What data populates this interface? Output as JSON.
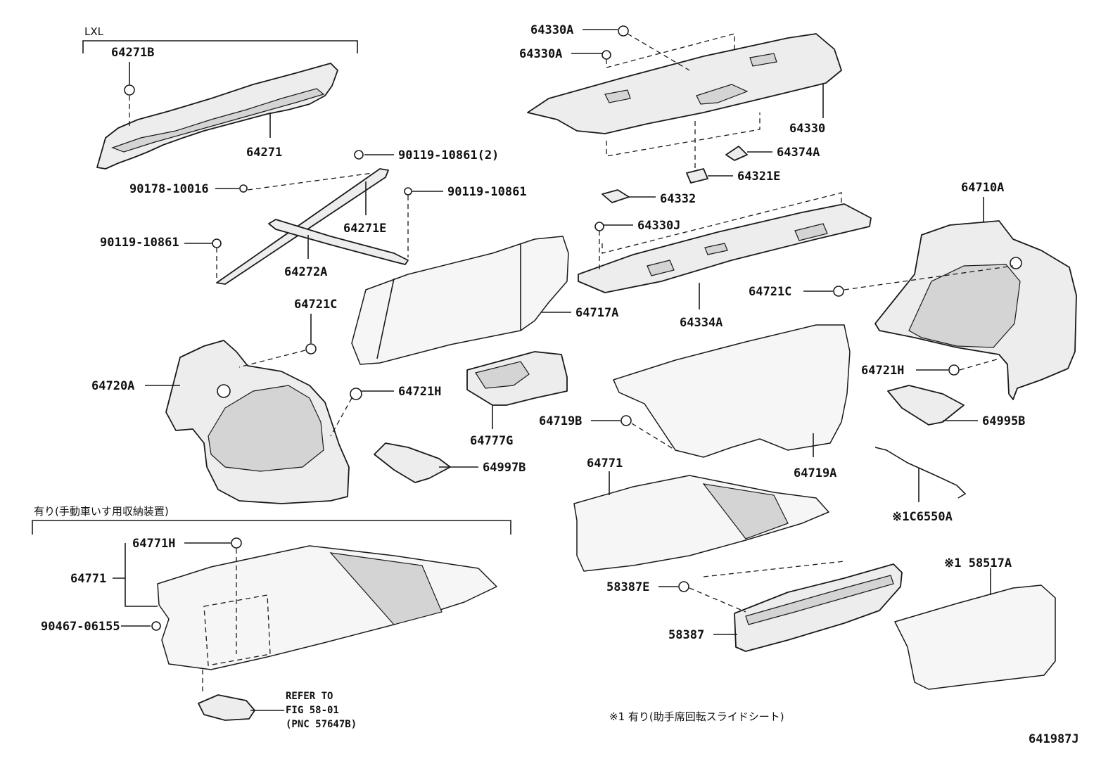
{
  "labels": {
    "lxl": "LXL",
    "p64271B": "64271B",
    "p64271": "64271",
    "p90119_10861_2": "90119-10861(2)",
    "p90178_10016": "90178-10016",
    "p90119_10861_a": "90119-10861",
    "p90119_10861_b": "90119-10861",
    "p64271E": "64271E",
    "p64272A": "64272A",
    "p64721C_left": "64721C",
    "p64720A": "64720A",
    "p64721H_left": "64721H",
    "p64717A": "64717A",
    "p64777G": "64777G",
    "p64997B": "64997B",
    "p64330A_1": "64330A",
    "p64330A_2": "64330A",
    "p64330": "64330",
    "p64374A": "64374A",
    "p64321E": "64321E",
    "p64332": "64332",
    "p64330J": "64330J",
    "p64334A": "64334A",
    "p64710A": "64710A",
    "p64721C_right": "64721C",
    "p64721H_right": "64721H",
    "p64995B": "64995B",
    "p64719B": "64719B",
    "p64719A": "64719A",
    "p64771_top": "64771",
    "pC6550A": "※1C6550A",
    "p58517A": "※1 58517A",
    "p58387E": "58387E",
    "p58387": "58387",
    "p64771H": "64771H",
    "p64771_bottom": "64771",
    "p90467_06155": "90467-06155",
    "group_note": "有り(手動車いす用収納装置)",
    "refer_line1": "REFER TO",
    "refer_line2": "FIG 58-01",
    "refer_line3": "(PNC 57647B)",
    "footnote": "※1 有り(助手席回転スライドシート)",
    "figure_code": "641987J"
  }
}
